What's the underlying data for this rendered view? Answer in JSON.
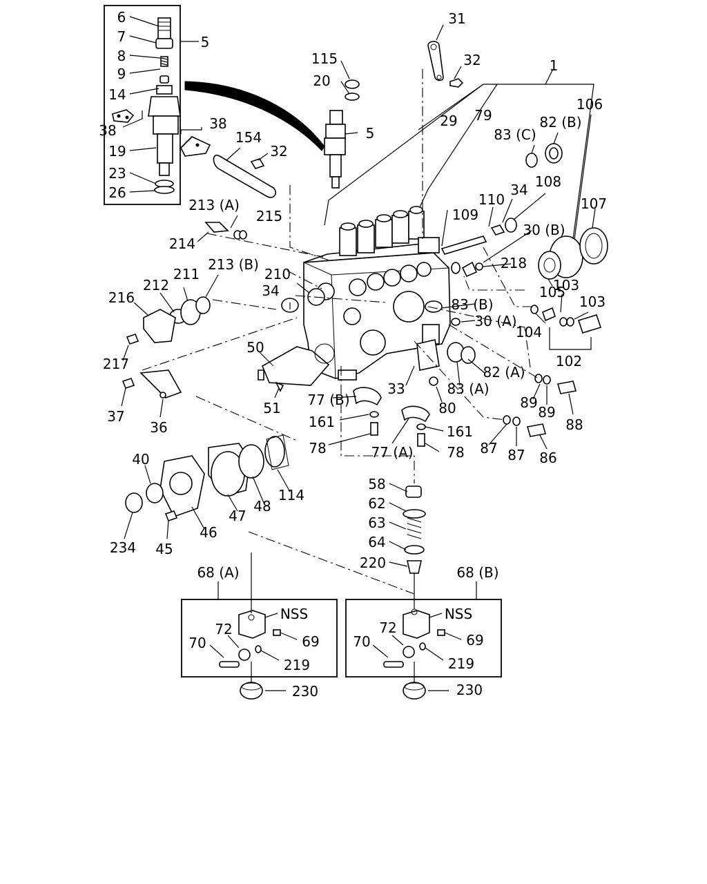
{
  "labels": {
    "l6": "6",
    "l7": "7",
    "l8": "8",
    "l9": "9",
    "l14": "14",
    "l5a": "5",
    "l38a": "38",
    "l38b": "38",
    "l19": "19",
    "l23": "23",
    "l26": "26",
    "l31": "31",
    "l32a": "32",
    "l115": "115",
    "l20": "20",
    "l5b": "5",
    "l1": "1",
    "l106": "106",
    "l29": "29",
    "l79": "79",
    "l83c": "83 (C)",
    "l82b": "82 (B)",
    "l154": "154",
    "l32b": "32",
    "l108": "108",
    "l110": "110",
    "l34a": "34",
    "l107": "107",
    "l213a": "213 (A)",
    "l215": "215",
    "l109": "109",
    "l30b": "30 (B)",
    "l214": "214",
    "l218": "218",
    "l213b": "213 (B)",
    "l210": "210",
    "l211": "211",
    "l212": "212",
    "l105": "105",
    "l103a": "103",
    "l103b": "103",
    "l216": "216",
    "l34b": "34",
    "l83b": "83 (B)",
    "l30a": "30 (A)",
    "l104": "104",
    "l217": "217",
    "l50": "50",
    "l102": "102",
    "l82a": "82 (A)",
    "l37": "37",
    "l33": "33",
    "l83a": "83 (A)",
    "l80": "80",
    "l77b": "77 (B)",
    "l89a": "89",
    "l89b": "89",
    "l51": "51",
    "l88": "88",
    "l36": "36",
    "l161a": "161",
    "l161b": "161",
    "l78a": "78",
    "l78b": "78",
    "l77a": "77 (A)",
    "l87a": "87",
    "l87b": "87",
    "l86": "86",
    "l40": "40",
    "l114": "114",
    "l47": "47",
    "l48": "48",
    "l46": "46",
    "l234": "234",
    "l45": "45",
    "l58": "58",
    "l62": "62",
    "l63": "63",
    "l64": "64",
    "l220": "220",
    "l68a": "68 (A)",
    "l68b": "68 (B)",
    "lnss1": "NSS",
    "lnss2": "NSS",
    "l72a": "72",
    "l69a": "69",
    "l70a": "70",
    "l219a": "219",
    "l230a": "230",
    "l72b": "72",
    "l69b": "69",
    "l70b": "70",
    "l219b": "219",
    "l230b": "230"
  }
}
